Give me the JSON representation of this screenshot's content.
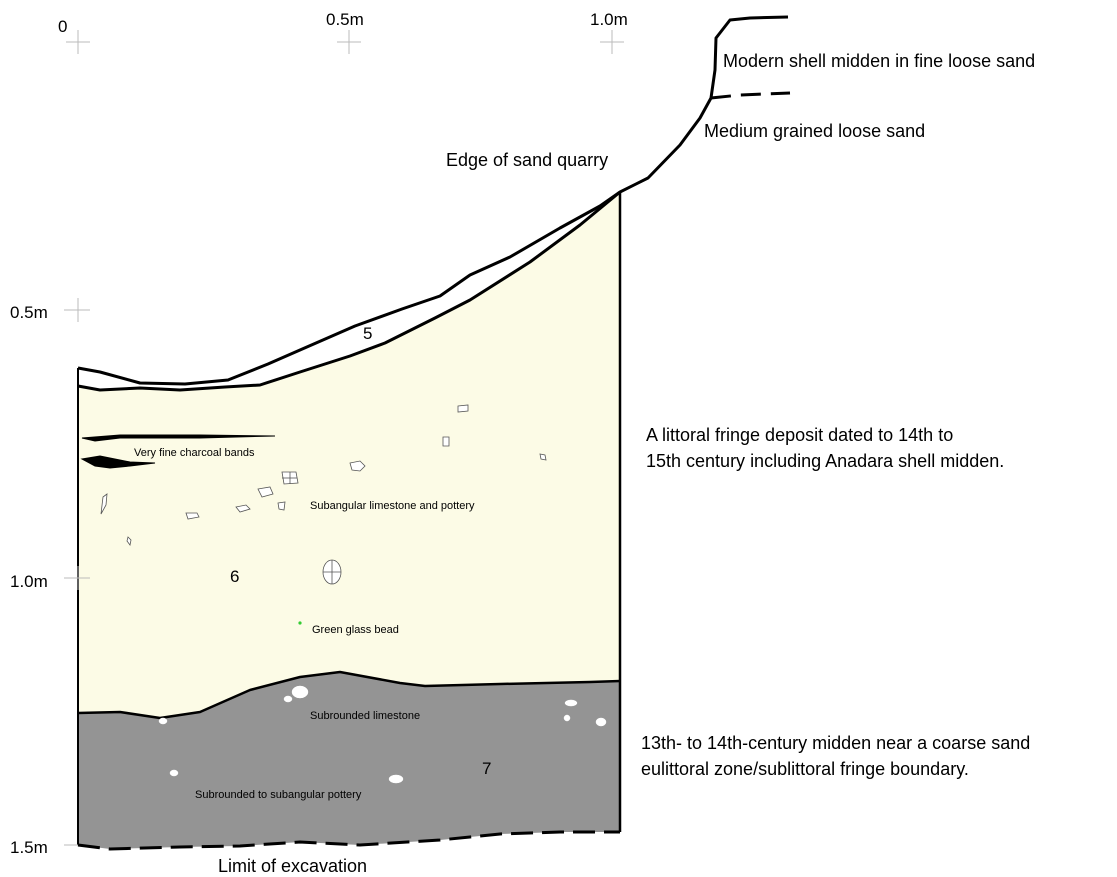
{
  "scale": {
    "x_labels": [
      "0",
      "0.5m",
      "1.0m"
    ],
    "y_labels": [
      "0.5m",
      "1.0m",
      "1.5m"
    ]
  },
  "labels": {
    "modern_midden": "Modern shell midden in fine loose sand",
    "medium_sand": "Medium grained loose sand",
    "quarry_edge": "Edge of sand quarry",
    "charcoal": "Very fine charcoal bands",
    "limestone_pottery": "Subangular limestone and pottery",
    "glass_bead": "Green glass bead",
    "subrounded_limestone": "Subrounded limestone",
    "subrounded_pottery": "Subrounded to subangular pottery",
    "limit": "Limit of excavation"
  },
  "layers": {
    "layer5": "5",
    "layer6": "6",
    "layer7": "7"
  },
  "notes": {
    "layer6_line1": "A littoral fringe deposit dated to 14th to",
    "layer6_line2": "15th century including Anadara shell midden.",
    "layer7_line1": "13th- to 14th-century midden near a coarse sand",
    "layer7_line2": "eulittoral zone/sublittoral fringe boundary."
  },
  "colors": {
    "layer6_fill": "#fcfbe6",
    "layer7_fill": "#949494",
    "glass_bead": "#33cc33"
  }
}
